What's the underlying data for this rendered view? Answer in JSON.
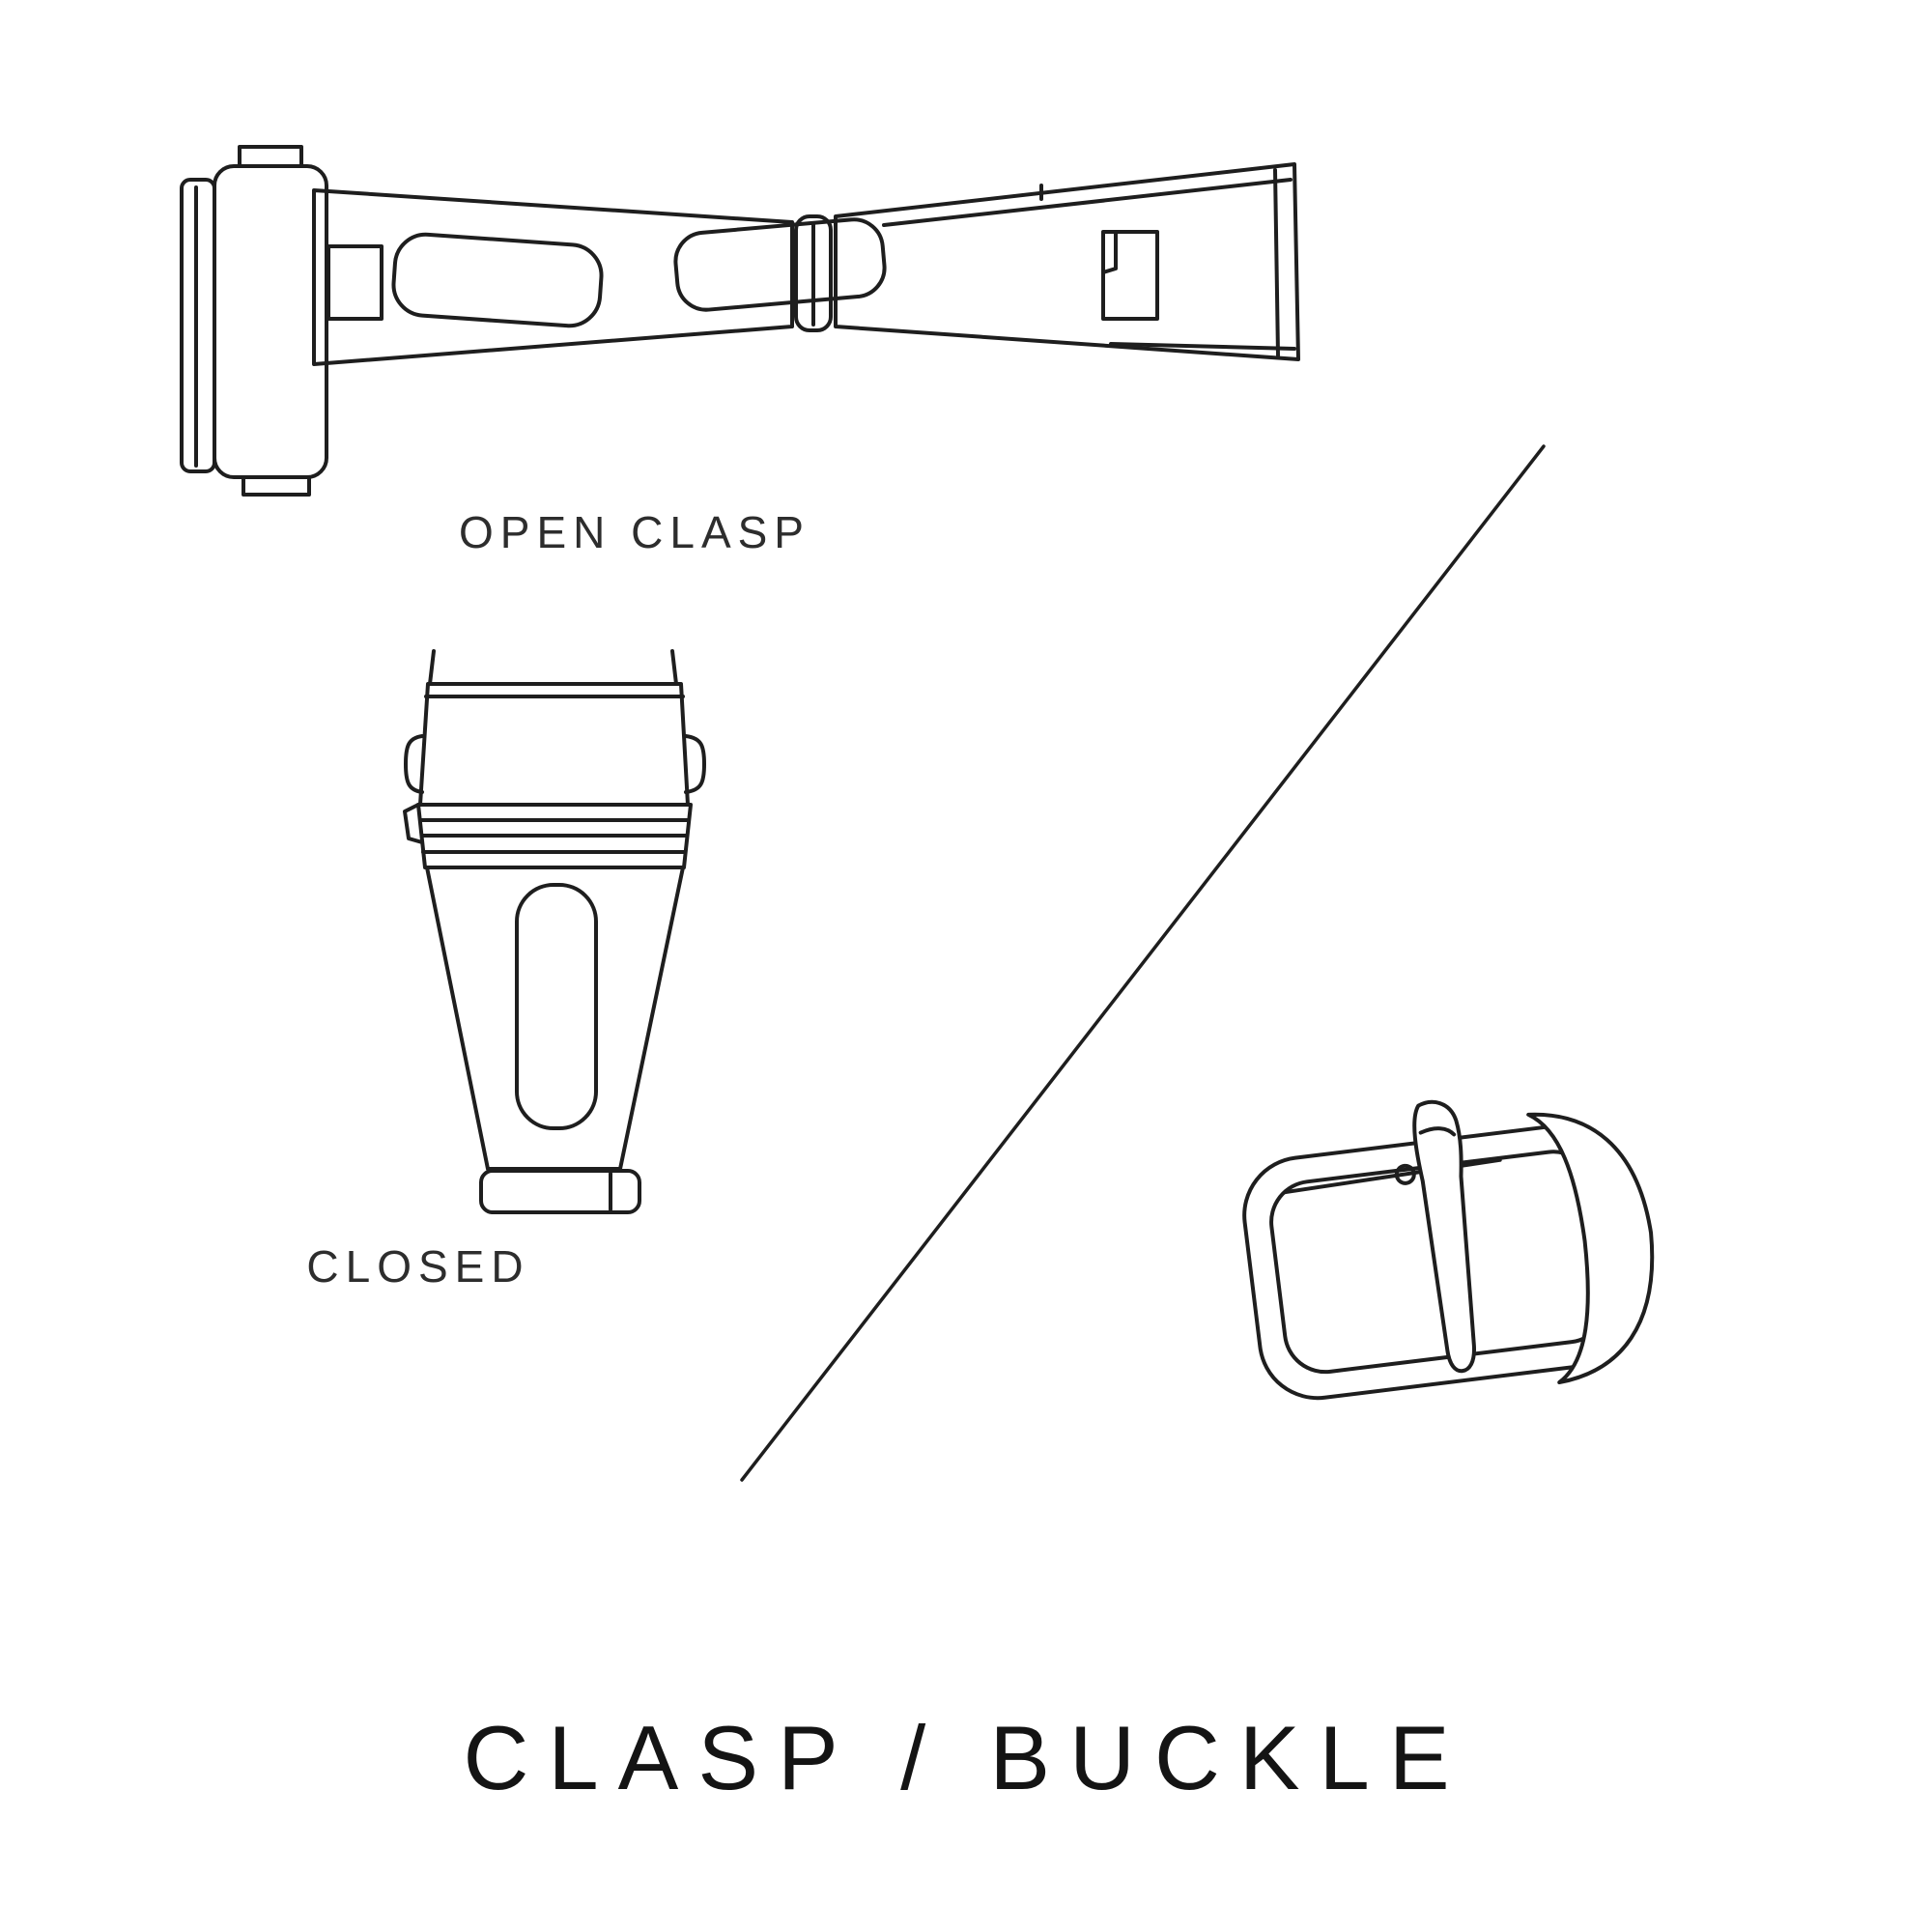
{
  "page": {
    "background": "#ffffff",
    "title": "CLASP / BUCKLE"
  },
  "colors": {
    "line": "#1e1e1e",
    "label_text": "#2d2d2d",
    "title_text": "#141414"
  },
  "figures": {
    "open_clasp": {
      "label": "OPEN CLASP",
      "icon": "open-clasp-illustration"
    },
    "closed_clasp": {
      "label": "CLOSED",
      "icon": "closed-clasp-illustration"
    },
    "buckle": {
      "icon": "buckle-illustration"
    },
    "divider": {
      "icon": "diagonal-divider-line"
    }
  }
}
